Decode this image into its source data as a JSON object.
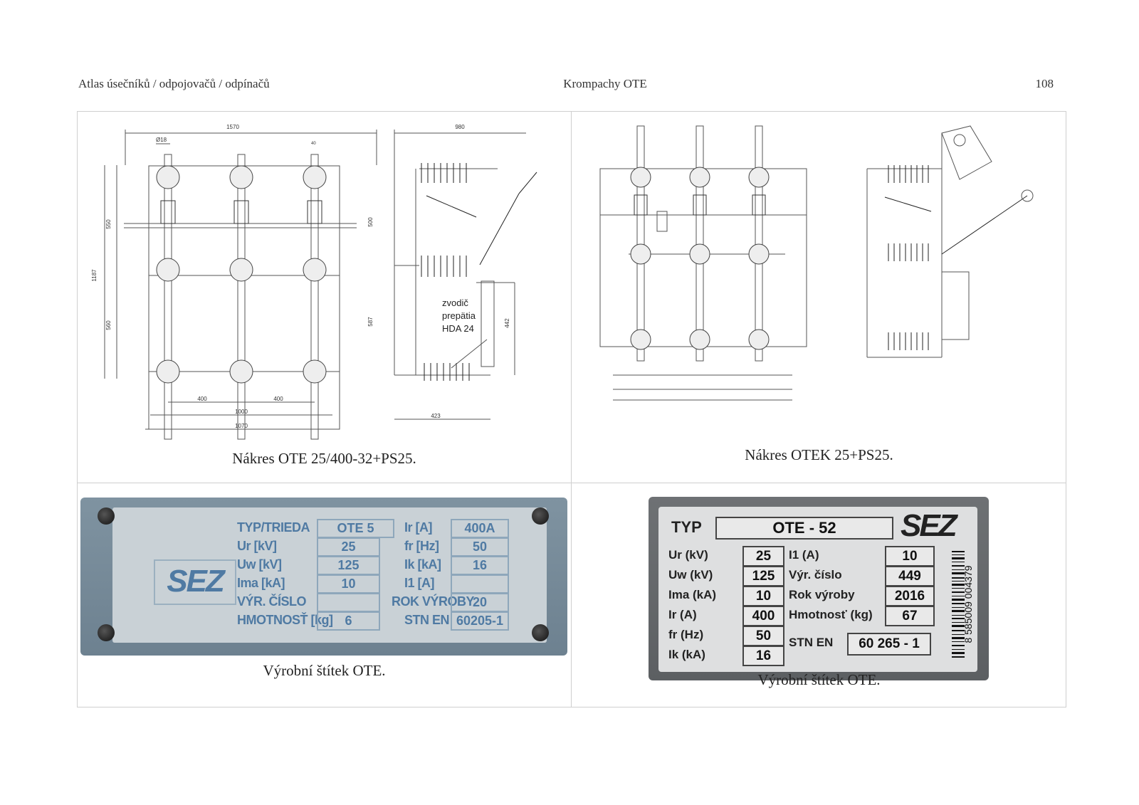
{
  "header": {
    "left": "Atlas úsečníků / odpojovačů / odpínačů",
    "center": "Krompachy OTE",
    "page_number": "108"
  },
  "drawing1": {
    "caption": "Nákres OTE 25/400-32+PS25.",
    "dims": {
      "width_top": "1570",
      "hole": "Ø18",
      "top_small": "40",
      "side_width": "980",
      "h_total": "1187",
      "h_upper": "550",
      "h_lower": "560",
      "side_500": "500",
      "side_587": "587",
      "side_442": "442",
      "pitch1": "400",
      "pitch2": "400",
      "w1000": "1000",
      "w1070": "1070",
      "side_423": "423"
    },
    "annotation": [
      "zvodič",
      "prepätia",
      "HDA 24"
    ]
  },
  "drawing2": {
    "caption": "Nákres OTEK 25+PS25."
  },
  "plate1": {
    "caption": "Výrobní štítek OTE.",
    "logo": "SEZ",
    "left_labels": [
      "TYP/TRIEDA",
      "Ur   [kV]",
      "Uw  [kV]",
      "Ima [kA]",
      "VÝR. ČÍSLO",
      "HMOTNOSŤ [kg]"
    ],
    "left_values": [
      "OTE 5",
      "25",
      "125",
      "10",
      "",
      "6"
    ],
    "right_labels": [
      "Ir [A]",
      "fr  [Hz]",
      "Ik  [kA]",
      "I1  [A]",
      "ROK VÝROBY",
      "STN EN"
    ],
    "right_values": [
      "400A",
      "50",
      "16",
      "",
      "20",
      "60205-1"
    ]
  },
  "plate2": {
    "caption": "Výrobní štítek OTE.",
    "typ_label": "TYP",
    "typ_value": "OTE - 52",
    "logo": "SEZ",
    "left_labels": [
      "Ur (kV)",
      "Uw (kV)",
      "Ima (kA)",
      "Ir (A)",
      "fr (Hz)",
      "Ik (kA)"
    ],
    "left_values": [
      "25",
      "125",
      "10",
      "400",
      "50",
      "16"
    ],
    "mid_labels": [
      "I1 (A)",
      "Výr. číslo",
      "Rok výroby",
      "Hmotnosť (kg)"
    ],
    "mid_values": [
      "10",
      "449",
      "2016",
      "67"
    ],
    "stn_label": "STN EN",
    "stn_value": "60 265 - 1",
    "barcode": "8 585009 004379"
  }
}
